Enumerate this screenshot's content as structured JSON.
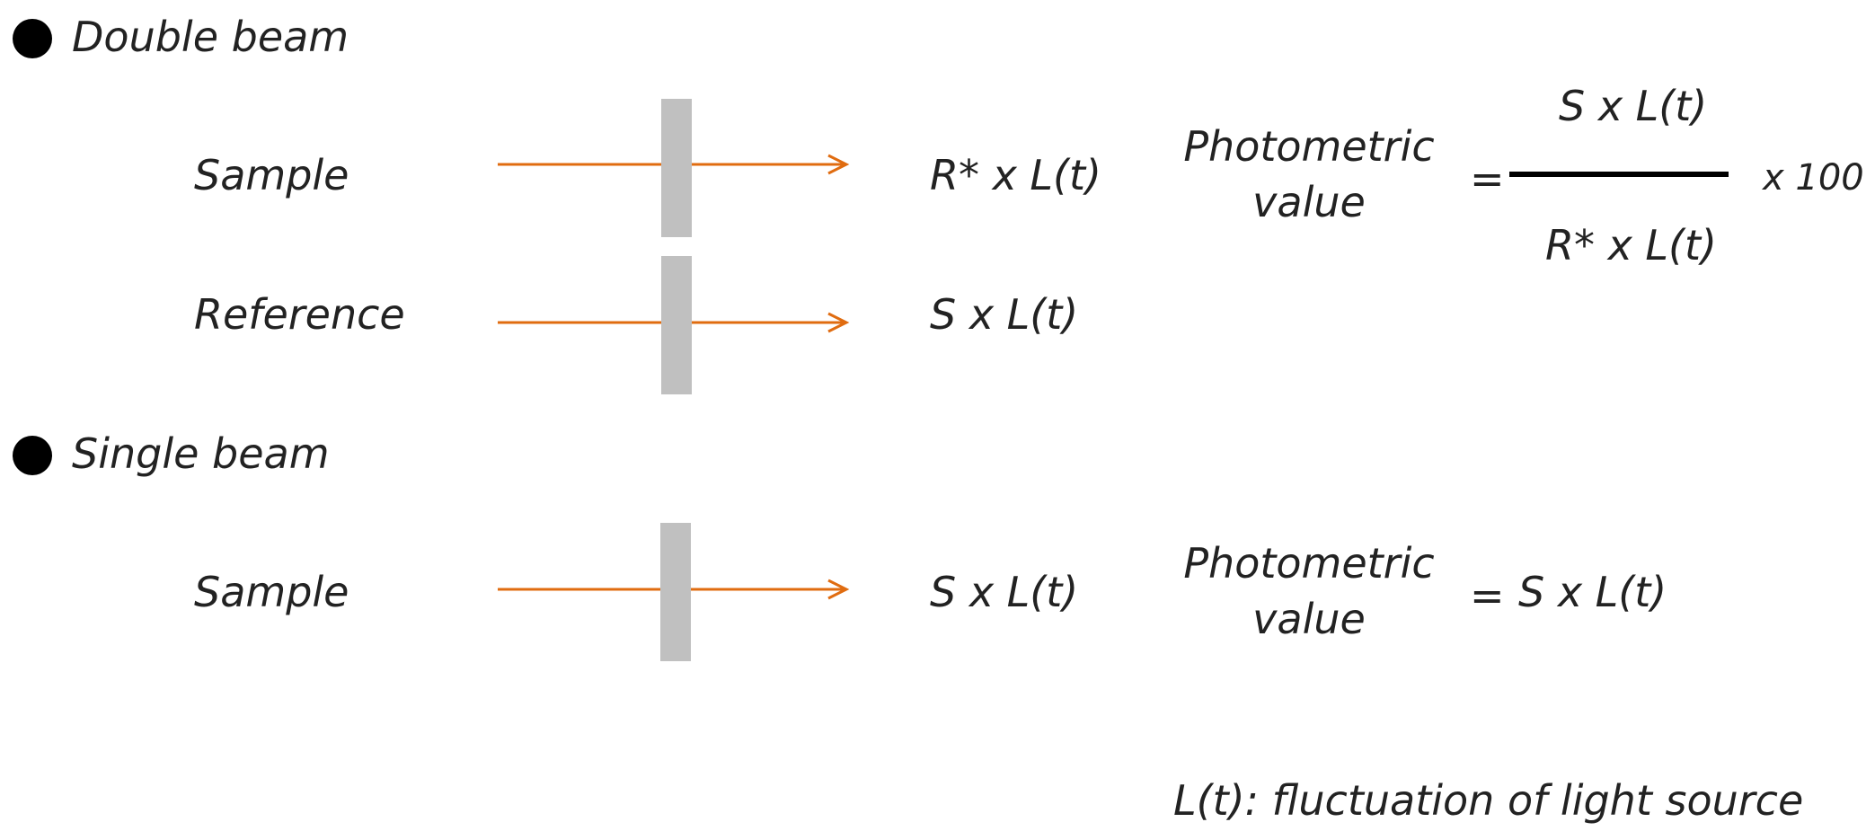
{
  "sections": {
    "double_beam": {
      "heading": "Double beam",
      "sample_label": "Sample",
      "reference_label": "Reference",
      "sample_result": "R* x L(t)",
      "reference_result": "S x L(t)",
      "photometric_line1": "Photometric",
      "photometric_line2": "value",
      "equals": "=",
      "numerator": "S x L(t)",
      "denominator": "R* x L(t)",
      "multiplier": "x 100"
    },
    "single_beam": {
      "heading": "Single beam",
      "sample_label": "Sample",
      "sample_result": "S x L(t)",
      "photometric_line1": "Photometric",
      "photometric_line2": "value",
      "equals": "=",
      "result": "S x L(t)"
    }
  },
  "footnote": "L(t): fluctuation of light source",
  "colors": {
    "beam": "#e06c10",
    "block": "#c0c0c0",
    "bullet": "#000000"
  }
}
